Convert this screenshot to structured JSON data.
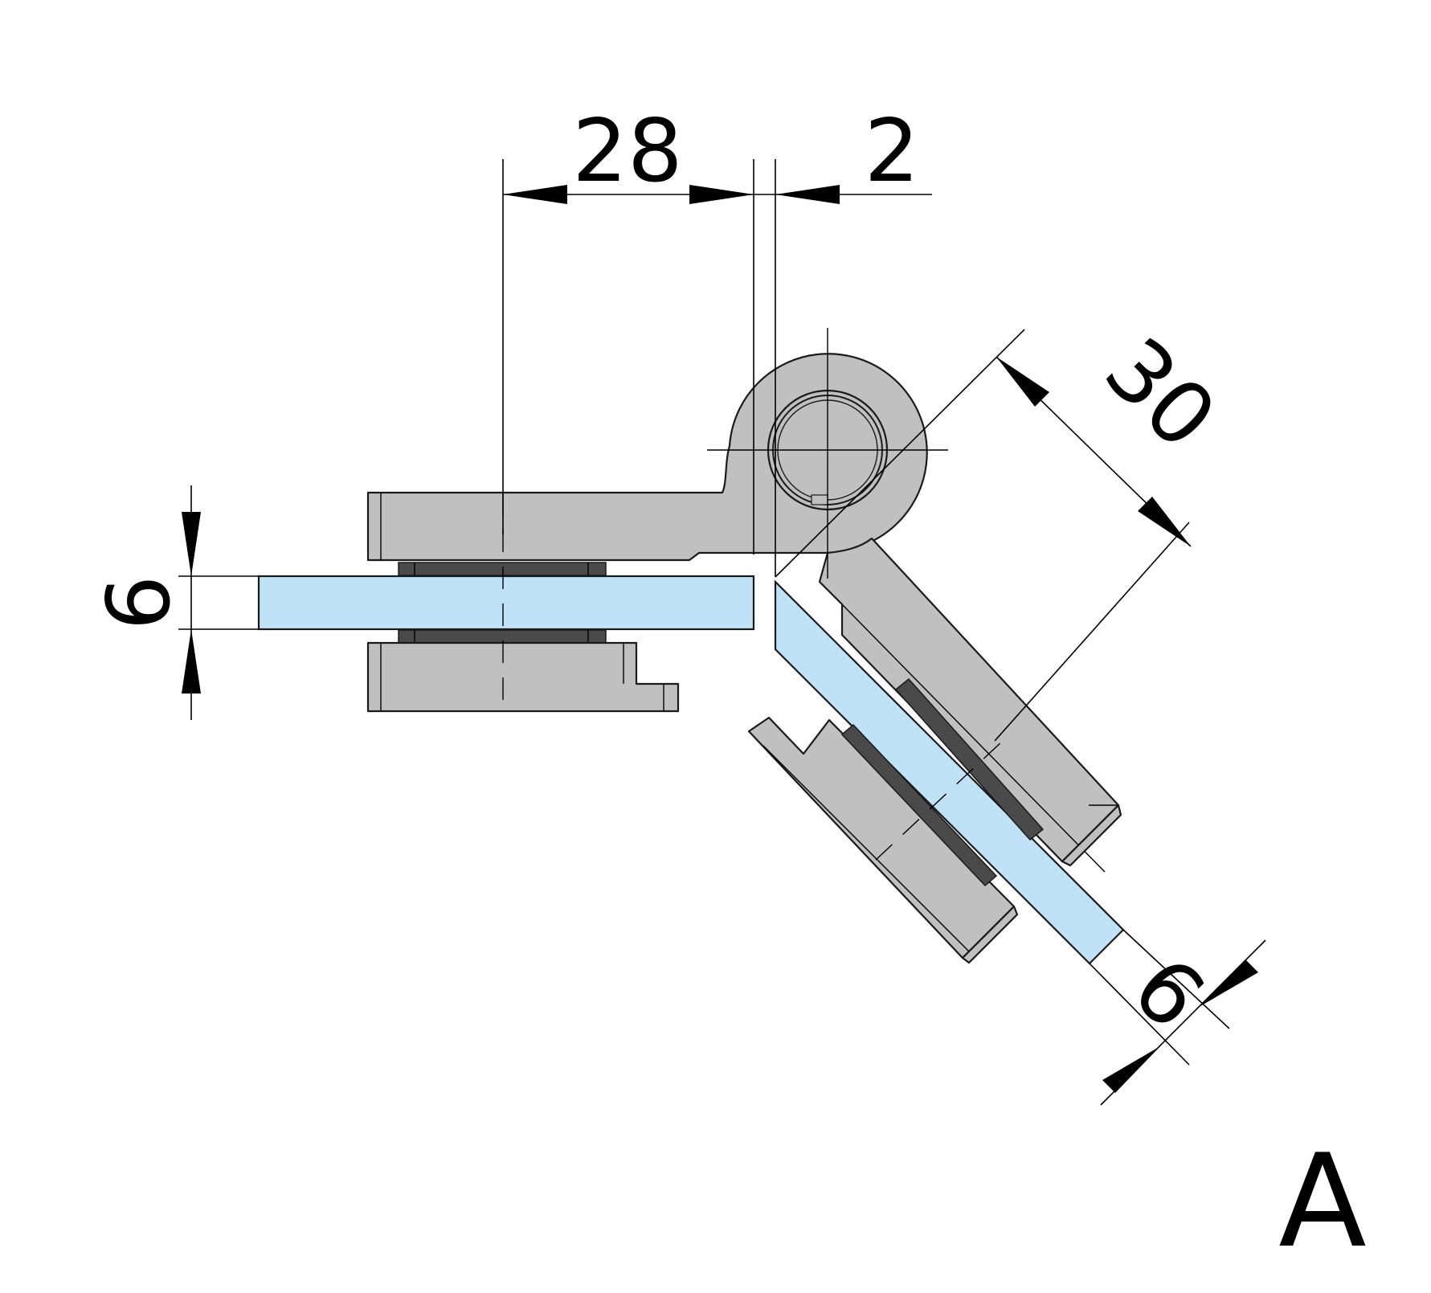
{
  "drawing": {
    "dimensions": {
      "horizontal_offset": "28",
      "gap": "2",
      "angled_offset": "30",
      "glass_thickness_left": "6",
      "glass_thickness_right": "6"
    },
    "view_label": "A",
    "colors": {
      "steel": "#c0c0c0",
      "glass": "#bfe2f6",
      "gasket": "#4a4a4a",
      "line": "#000000",
      "background": "#ffffff"
    }
  }
}
